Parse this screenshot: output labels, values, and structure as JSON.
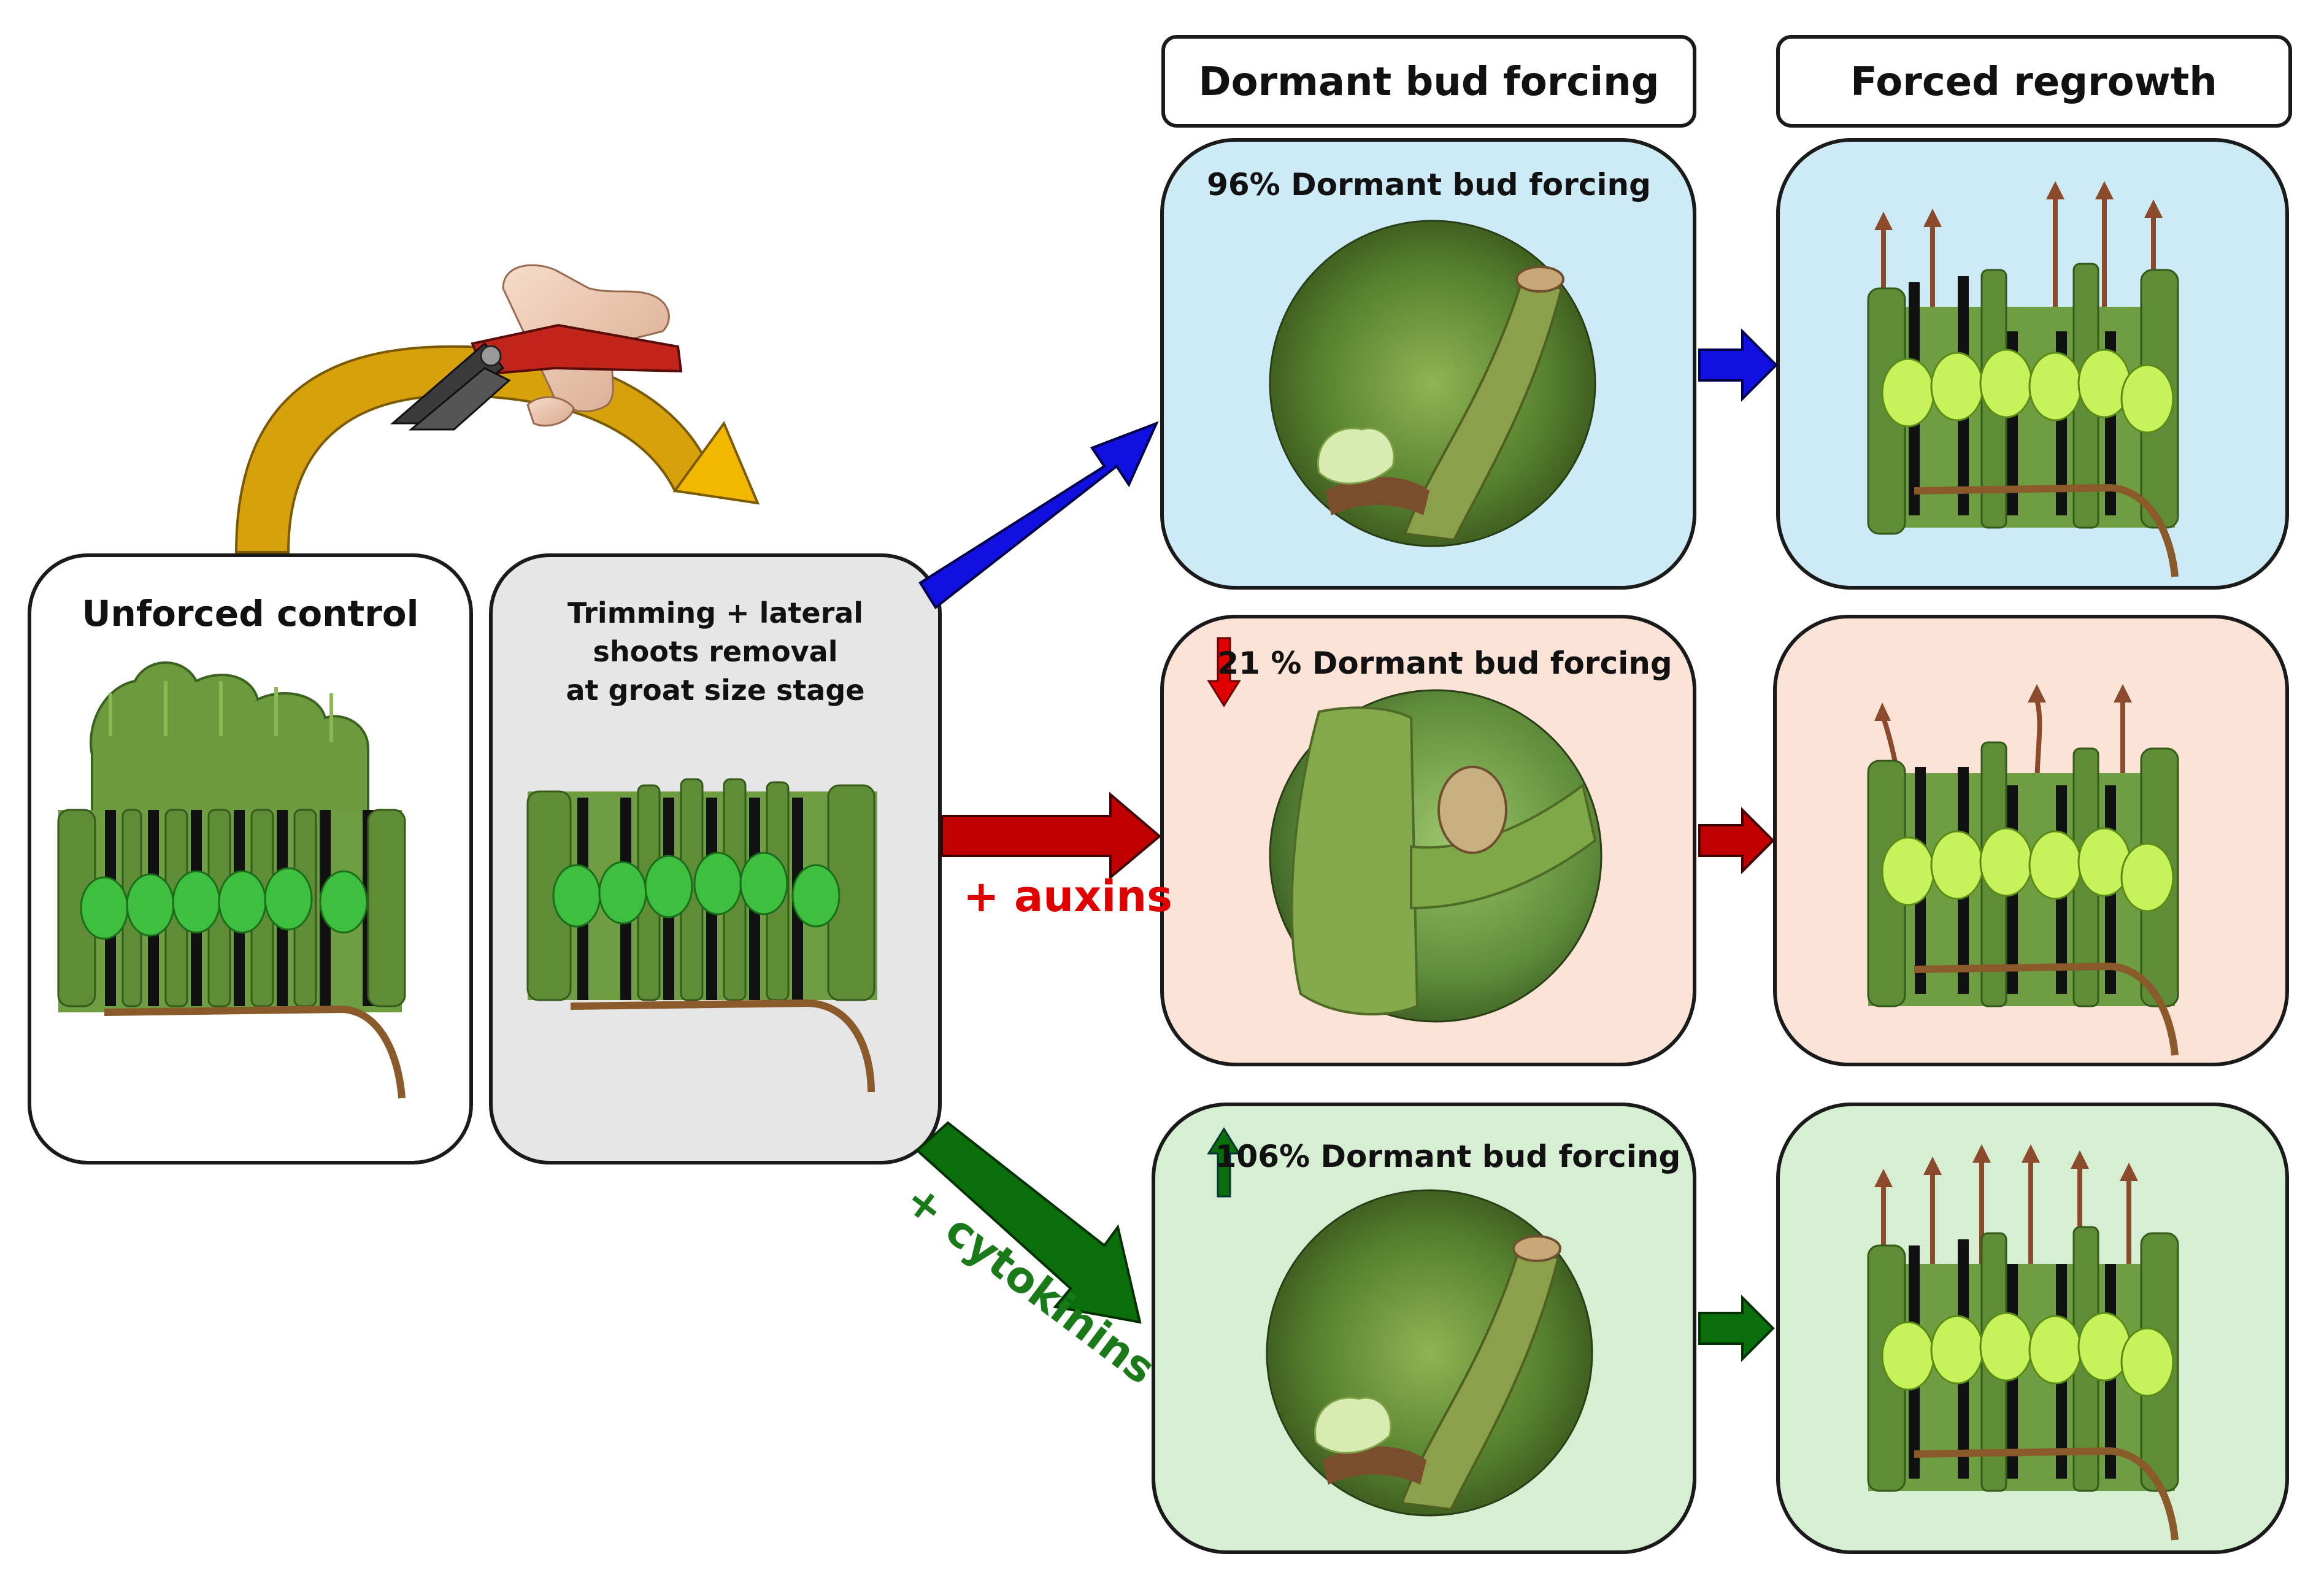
{
  "headers": {
    "dormant": "Dormant bud forcing",
    "forced": "Forced regrowth"
  },
  "control": {
    "title": "Unforced control"
  },
  "trim": {
    "line1": "Trimming + lateral",
    "line2": "shoots removal",
    "line3": "at groat size stage"
  },
  "rows": [
    {
      "label": "96% Dormant bud forcing",
      "change": "none",
      "fill": "#cdeaf7"
    },
    {
      "label": "21 % Dormant bud forcing",
      "change": "decrease",
      "fill": "#fbe3d7"
    },
    {
      "label": "106% Dormant bud forcing",
      "change": "increase",
      "fill": "#d6efd3"
    }
  ],
  "treatments": {
    "auxins": "+ auxins",
    "cytokinins": "+ cytokinins"
  },
  "colors": {
    "blue_arrow": "#1010e0",
    "red_arrow": "#c00000",
    "green_arrow": "#0a6e0a",
    "auxins_text": "#e00000",
    "cytokinins_text": "#1a7a1a",
    "pruning_arrow": "#e0a800"
  },
  "icons": [
    "pruning-shears-icon",
    "vine-canopy-icon",
    "bud-photo-icon"
  ]
}
